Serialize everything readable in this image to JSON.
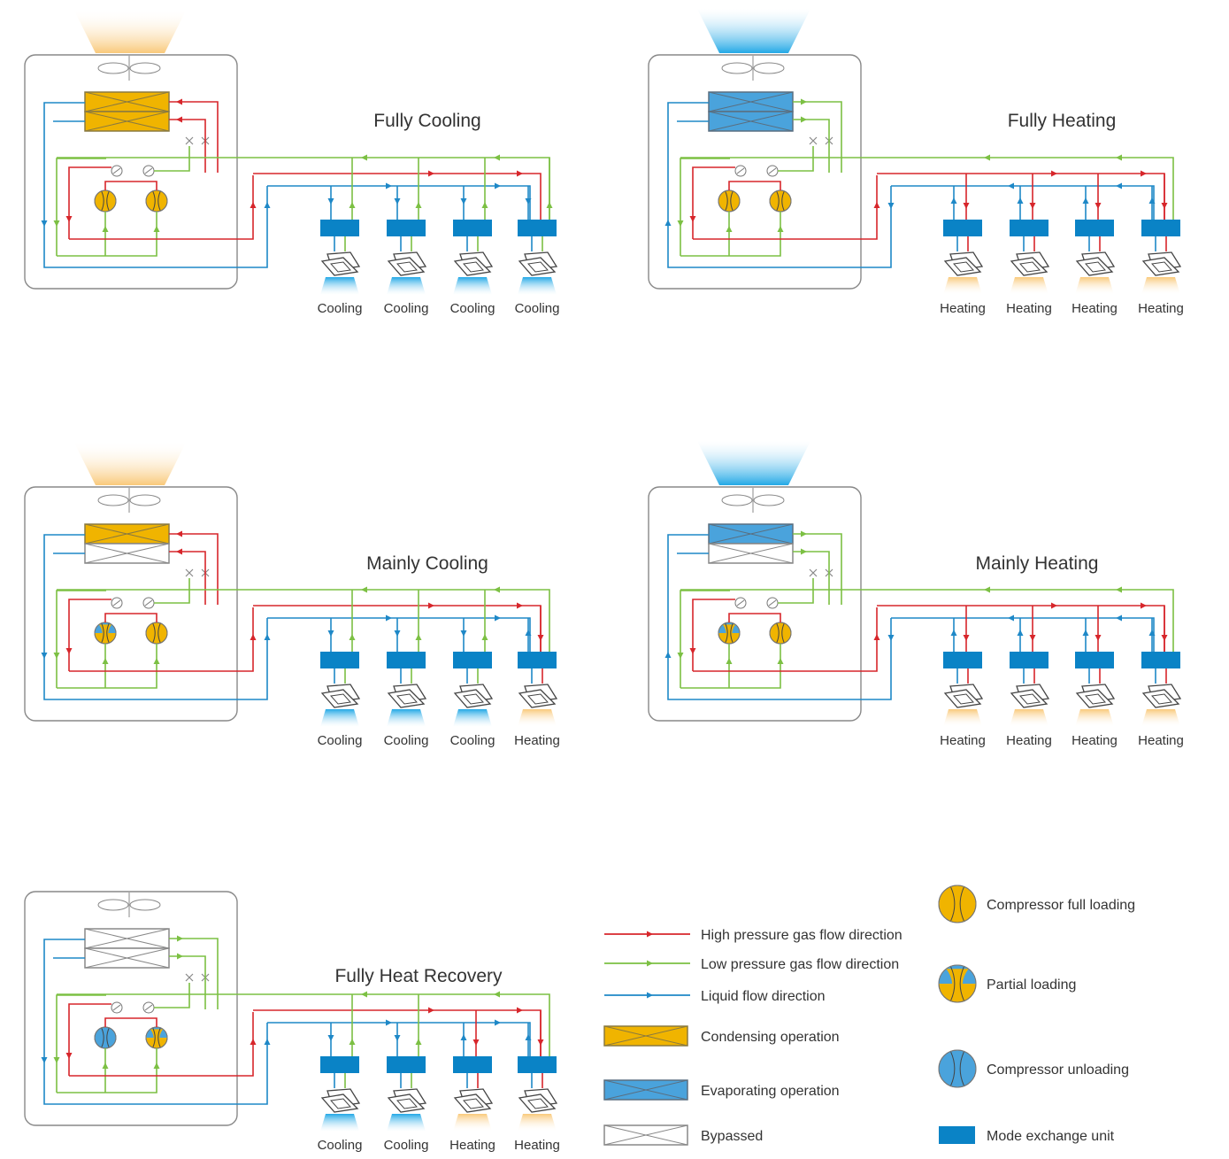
{
  "colors": {
    "high_pressure": "#d7262b",
    "low_pressure": "#7cc043",
    "liquid": "#1e88c7",
    "condensing": "#f0b400",
    "evaporating": "#4aa3dc",
    "mode_exchange": "#0a83c6",
    "warm_glow": "#f9c97a",
    "cool_glow": "#22a8e6"
  },
  "panels": [
    {
      "title": "Fully Cooling",
      "outdoor_mode": "condensing",
      "hx_lower": "condensing",
      "glow": "warm",
      "compressors": [
        "full",
        "full"
      ],
      "units": [
        "Cooling",
        "Cooling",
        "Cooling",
        "Cooling"
      ]
    },
    {
      "title": "Fully Heating",
      "outdoor_mode": "evaporating",
      "hx_lower": "evaporating",
      "glow": "cool",
      "compressors": [
        "full",
        "full"
      ],
      "units": [
        "Heating",
        "Heating",
        "Heating",
        "Heating"
      ]
    },
    {
      "title": "Mainly Cooling",
      "outdoor_mode": "condensing",
      "hx_lower": "bypassed",
      "glow": "warm",
      "compressors": [
        "partial",
        "full"
      ],
      "units": [
        "Cooling",
        "Cooling",
        "Cooling",
        "Heating"
      ]
    },
    {
      "title": "Mainly Heating",
      "outdoor_mode": "evaporating",
      "hx_lower": "bypassed",
      "glow": "cool",
      "compressors": [
        "partial",
        "full"
      ],
      "units": [
        "Heating",
        "Heating",
        "Heating",
        "Heating"
      ]
    },
    {
      "title": "Fully Heat Recovery",
      "outdoor_mode": "bypassed",
      "hx_lower": "bypassed",
      "glow": "none",
      "compressors": [
        "unloading",
        "partial"
      ],
      "units": [
        "Cooling",
        "Cooling",
        "Heating",
        "Heating"
      ]
    }
  ],
  "legend": {
    "high_pressure": "High pressure gas flow direction",
    "low_pressure": "Low pressure gas flow direction",
    "liquid": "Liquid flow direction",
    "condensing": "Condensing operation",
    "evaporating": "Evaporating operation",
    "bypassed": "Bypassed",
    "compressor_full": "Compressor full loading",
    "partial": "Partial loading",
    "compressor_unloading": "Compressor unloading",
    "mode_exchange": "Mode exchange unit"
  }
}
